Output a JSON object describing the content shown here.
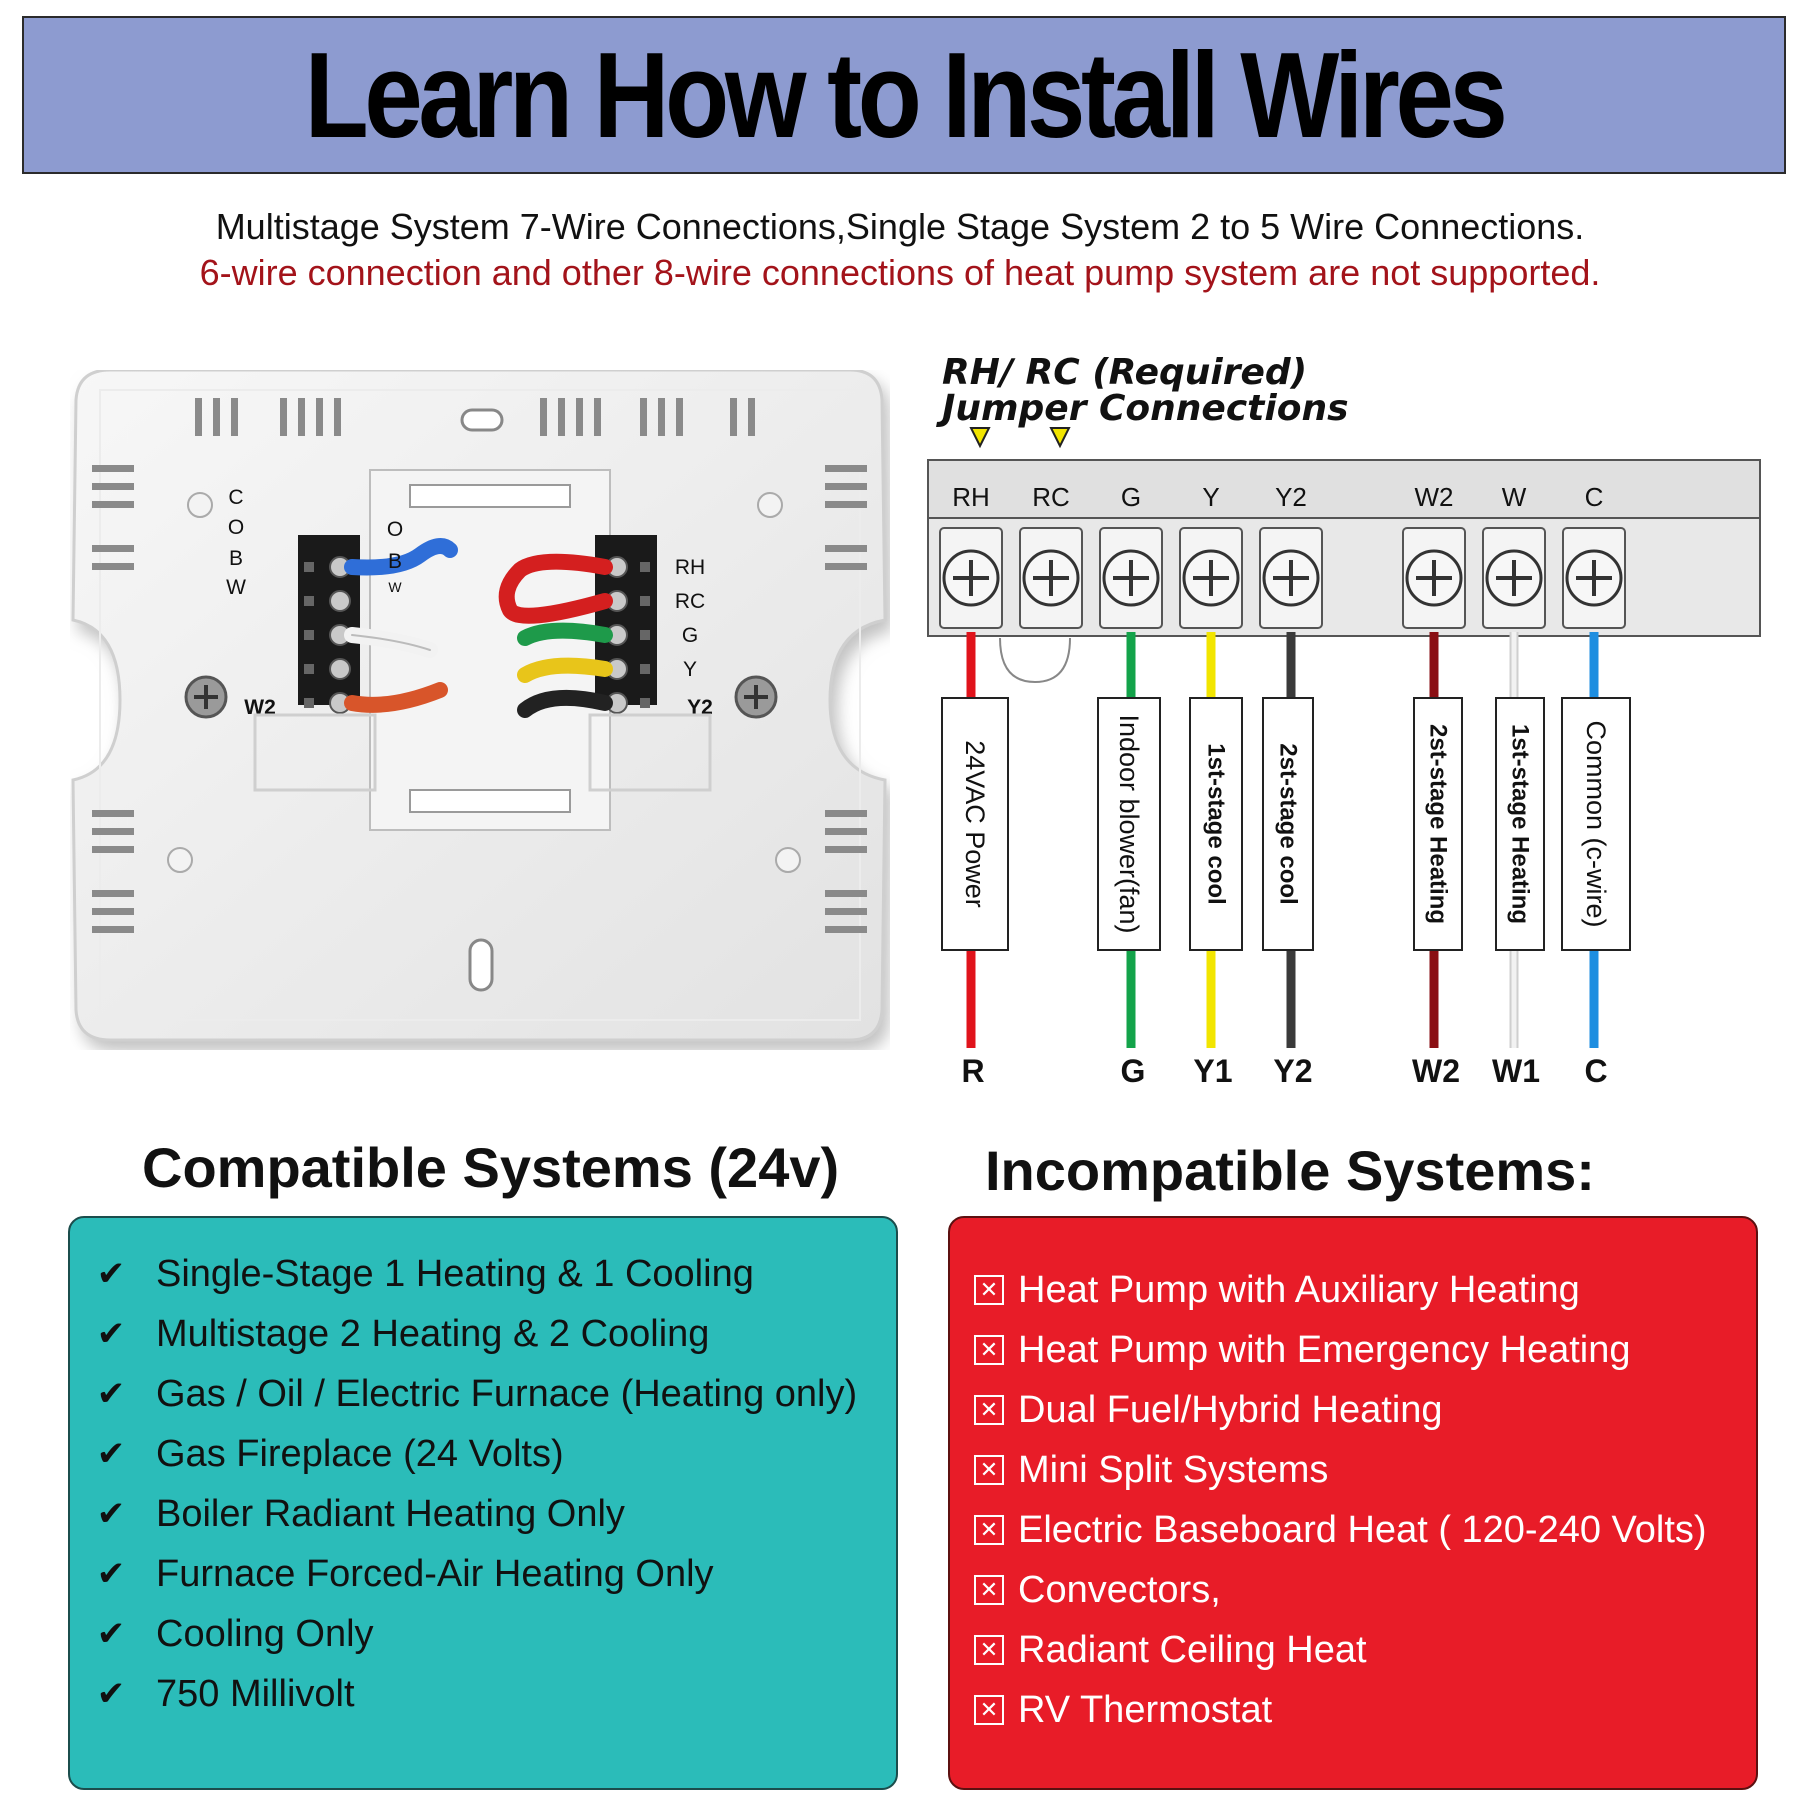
{
  "title": "Learn How to Install Wires",
  "subtitle_line1": "Multistage System 7-Wire Connections,Single Stage System 2 to 5 Wire Connections.",
  "subtitle_line2": "6-wire connection and other 8-wire connections of heat pump system are not supported.",
  "jumper_note_line1": "RH/ RC (Required)",
  "jumper_note_line2": "Jumper Connections",
  "terminals": [
    {
      "top": "RH",
      "function": "24VAC Power",
      "bottom": "R",
      "color": "#e0131b"
    },
    {
      "top": "RC",
      "function": "",
      "bottom": "",
      "color": ""
    },
    {
      "top": "G",
      "function": "Indoor blower(fan)",
      "bottom": "G",
      "color": "#13a34a"
    },
    {
      "top": "Y",
      "function": "1st-stage cool",
      "bottom": "Y1",
      "color": "#f2e500"
    },
    {
      "top": "Y2",
      "function": "2st-stage cool",
      "bottom": "Y2",
      "color": "#3a3a3a"
    },
    {
      "top": "W2",
      "function": "2st-stage Heating",
      "bottom": "W2",
      "color": "#8a0f14"
    },
    {
      "top": "W",
      "function": "1st-stage Heating",
      "bottom": "W1",
      "color": "#e6e6e6"
    },
    {
      "top": "C",
      "function": "Common (c-wire)",
      "bottom": "C",
      "color": "#1e8ee0"
    }
  ],
  "plate": {
    "left_labels": [
      "C",
      "O",
      "B",
      "W",
      "W2"
    ],
    "right_labels": [
      "RH",
      "RC",
      "G",
      "Y",
      "Y2"
    ],
    "inner_left_labels": [
      "O",
      "B",
      "W"
    ],
    "wire_colors": {
      "blue": "#2f6ed8",
      "white": "#f2f2f2",
      "orange": "#d8552a",
      "red": "#d41f1f",
      "green": "#1e9a4a",
      "yellow": "#e8c51a",
      "black": "#222222"
    }
  },
  "compatible": {
    "heading": "Compatible Systems (24v)",
    "items": [
      "Single-Stage 1 Heating & 1 Cooling",
      "Multistage 2 Heating & 2 Cooling",
      "Gas / Oil / Electric Furnace (Heating only)",
      "Gas Fireplace (24 Volts)",
      "Boiler Radiant Heating Only",
      "Furnace Forced-Air Heating Only",
      "Cooling Only",
      "750 Millivolt"
    ],
    "icon": "check-icon"
  },
  "incompatible": {
    "heading": "Incompatible Systems:",
    "items": [
      "Heat Pump with Auxiliary Heating",
      "Heat Pump with Emergency Heating",
      "Dual Fuel/Hybrid Heating",
      "Mini Split Systems",
      "Electric Baseboard Heat ( 120-240 Volts)",
      "Convectors,",
      "Radiant Ceiling Heat",
      "RV Thermostat"
    ],
    "icon": "x-box-icon"
  },
  "colors": {
    "banner": "#8d9bd0",
    "compatible_box": "#2bbcb9",
    "incompatible_box": "#e81c28",
    "warning_text": "#a3131a",
    "jumper_arrow": "#f2e500"
  }
}
